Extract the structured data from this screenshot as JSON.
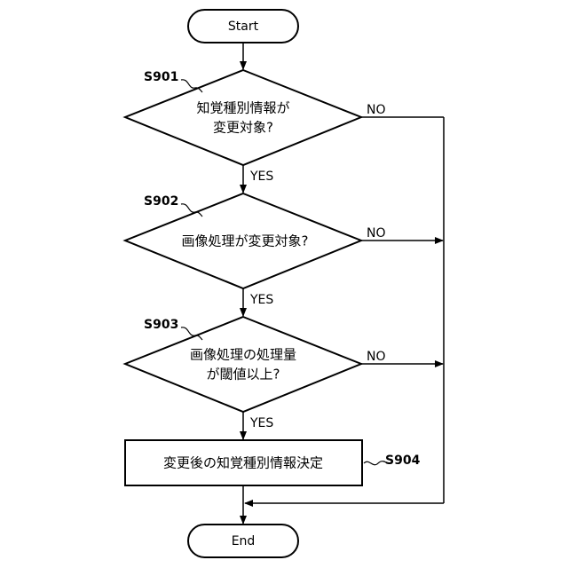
{
  "terminals": {
    "start": "Start",
    "end": "End"
  },
  "steps": [
    {
      "id": "S901",
      "type": "decision",
      "lines": [
        "知覚種別情報が",
        "変更対象?"
      ],
      "yes": "YES",
      "no": "NO"
    },
    {
      "id": "S902",
      "type": "decision",
      "lines": [
        "画像処理が変更対象?"
      ],
      "yes": "YES",
      "no": "NO"
    },
    {
      "id": "S903",
      "type": "decision",
      "lines": [
        "画像処理の処理量",
        "が閾値以上?"
      ],
      "yes": "YES",
      "no": "NO"
    },
    {
      "id": "S904",
      "type": "process",
      "lines": [
        "変更後の知覚種別情報決定"
      ]
    }
  ]
}
